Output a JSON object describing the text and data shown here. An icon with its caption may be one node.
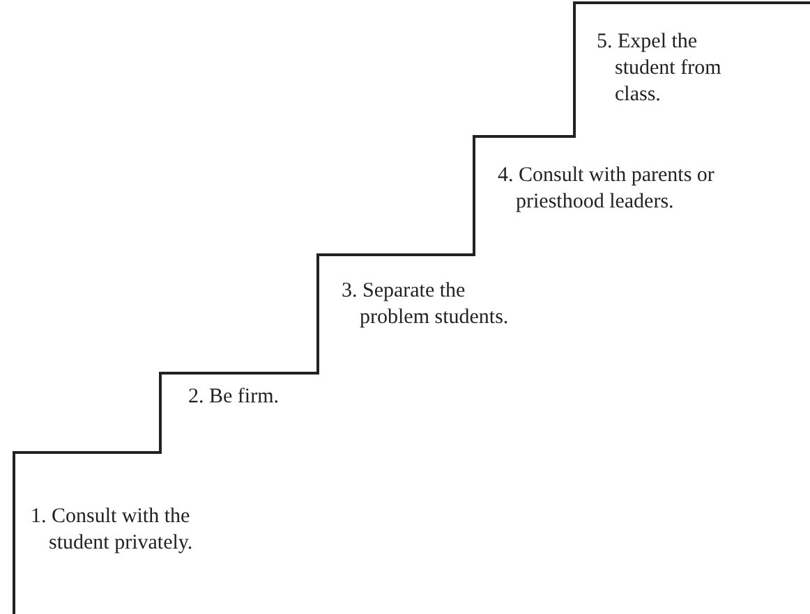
{
  "diagram": {
    "labels": [
      "1. Consult with the student privately.",
      "2. Be firm.",
      "3. Separate the problem students.",
      "4. Consult with parents or priesthood leaders.",
      "5. Expel the student from class."
    ]
  }
}
